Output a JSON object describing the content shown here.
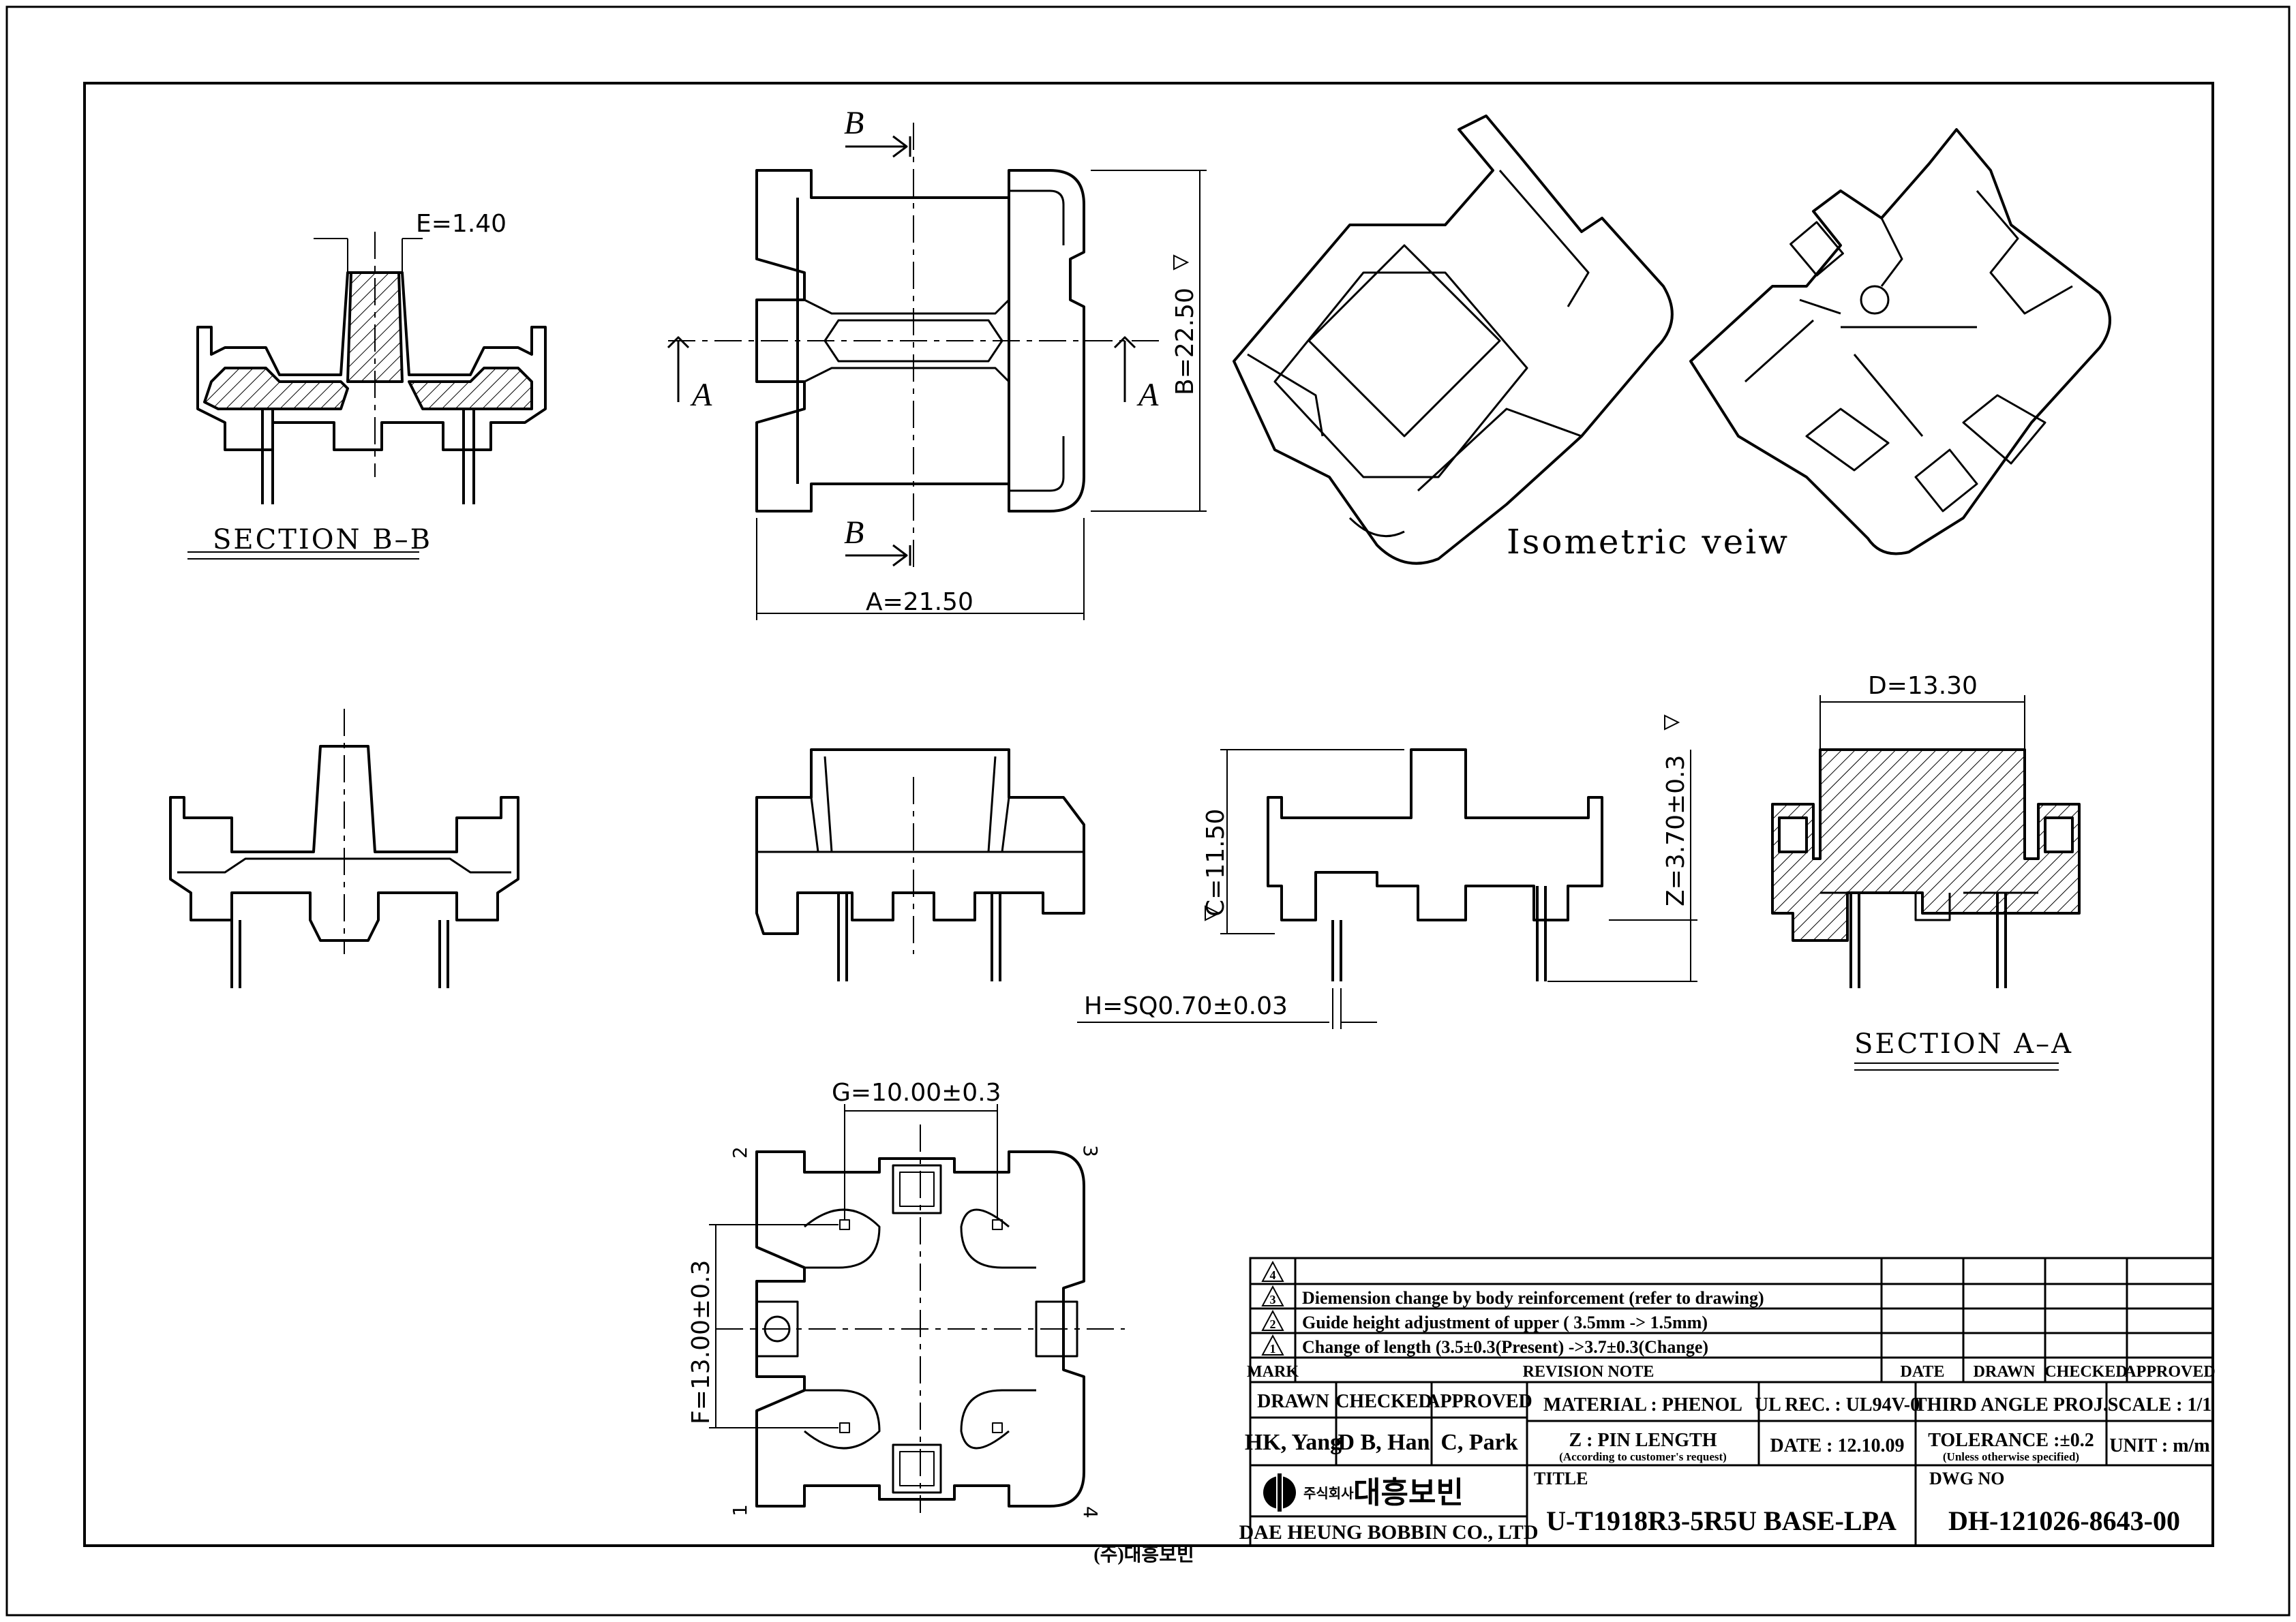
{
  "dimensions": {
    "e": "E=1.40",
    "a": "A=21.50",
    "b": "B=22.50",
    "c": "C=11.50",
    "z": "Z=3.70±0.3",
    "d": "D=13.30",
    "h": "H=SQ0.70±0.03",
    "g": "G=10.00±0.3",
    "f": "F=13.00±0.3"
  },
  "section_marks": {
    "a": "A",
    "b": "B"
  },
  "labels": {
    "section_bb": "SECTION B–B",
    "section_aa": "SECTION A–A",
    "isometric": "Isometric veiw"
  },
  "pins": [
    "1",
    "2",
    "3",
    "4"
  ],
  "revisions": [
    {
      "mark": "4",
      "note": ""
    },
    {
      "mark": "3",
      "note": "Diemension change by body reinforcement (refer to drawing)"
    },
    {
      "mark": "2",
      "note": "Guide height adjustment of upper ( 3.5mm -> 1.5mm)"
    },
    {
      "mark": "1",
      "note": "Change of length (3.5±0.3(Present) ->3.7±0.3(Change)"
    }
  ],
  "revision_headers": {
    "mark": "MARK",
    "note": "REVISION NOTE",
    "date": "DATE",
    "drawn": "DRAWN",
    "checked": "CHECKED",
    "approved": "APPROVED"
  },
  "title_block": {
    "drawn_label": "DRAWN",
    "checked_label": "CHECKED",
    "approved_label": "APPROVED",
    "drawn": "HK, Yang",
    "checked": "D B, Han",
    "approved": "C, Park",
    "material": "MATERIAL : PHENOL",
    "ul": "UL REC. : UL94V-0",
    "projection": "THIRD ANGLE PROJ.",
    "scale": "SCALE : 1/1",
    "pin_length": "Z : PIN LENGTH",
    "pin_length_note": "(According to customer's request)",
    "date": "DATE : 12.10.09",
    "tolerance": "TOLERANCE :±0.2",
    "tolerance_note": "(Unless otherwise specified)",
    "unit": "UNIT : m/m",
    "company_small": "주식회사",
    "company_kr": "대흥보빈",
    "company_en": "DAE HEUNG BOBBIN CO., LTD",
    "title_label": "TITLE",
    "title": "U-T1918R3-5R5U BASE-LPA",
    "dwg_label": "DWG NO",
    "dwg_no": "DH-121026-8643-00"
  },
  "footer": "(주)대흥보빈"
}
